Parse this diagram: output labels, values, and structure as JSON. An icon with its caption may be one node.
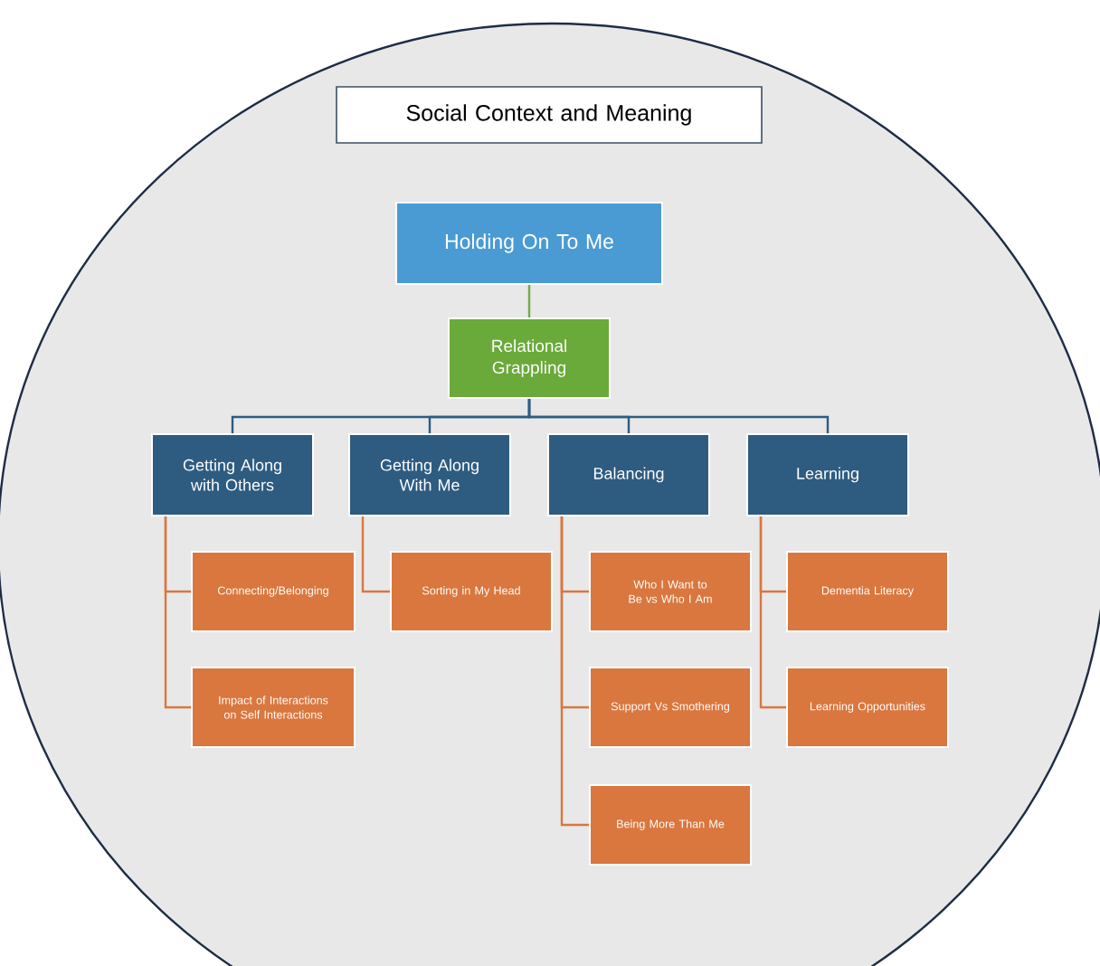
{
  "diagram": {
    "nodes": [
      {
        "text": [],
        "shape": "circle"
      },
      {
        "text": [
          "Social Context and Meaning"
        ],
        "in": 0
      },
      {
        "text": [
          "Holding On To Me"
        ],
        "in": 0
      },
      {
        "text": [
          "Relational Grappling"
        ],
        "in": 0
      },
      {
        "text": [
          "Getting Along with Others"
        ],
        "in": 0
      },
      {
        "text": [
          "Getting Along With Me"
        ],
        "in": 0
      },
      {
        "text": [
          "Balancing"
        ],
        "in": 0
      },
      {
        "text": [
          "Learning"
        ],
        "in": 0
      },
      {
        "text": [
          "Connecting/Belonging"
        ],
        "in": 0
      },
      {
        "text": [
          "Impact of Interactions on Self Interactions"
        ],
        "in": 0
      },
      {
        "text": [
          "Sorting in My Head"
        ],
        "in": 0
      },
      {
        "text": [
          "Who I Want to Be vs Who I Am"
        ],
        "in": 0
      },
      {
        "text": [
          "Support Vs Smothering"
        ],
        "in": 0
      },
      {
        "text": [
          "Being More Than Me"
        ],
        "in": 0
      },
      {
        "text": [
          "Dementia Literacy"
        ],
        "in": 0
      },
      {
        "text": [
          "Learning Opportunities"
        ],
        "in": 0
      }
    ],
    "edges": [
      {
        "from": 2,
        "to": 3,
        "arrow": "none",
        "color": "#70ad47"
      },
      {
        "from": 3,
        "to": 4,
        "arrow": "none",
        "color": "#2e5c80"
      },
      {
        "from": 3,
        "to": 5,
        "arrow": "none",
        "color": "#2e5c80"
      },
      {
        "from": 3,
        "to": 6,
        "arrow": "none",
        "color": "#2e5c80"
      },
      {
        "from": 3,
        "to": 7,
        "arrow": "none",
        "color": "#2e5c80"
      },
      {
        "from": 4,
        "to": 8,
        "arrow": "none"
      },
      {
        "from": 4,
        "to": 9,
        "arrow": "none"
      },
      {
        "from": 5,
        "to": 10,
        "arrow": "none"
      },
      {
        "from": 6,
        "to": 11,
        "arrow": "none"
      },
      {
        "from": 6,
        "to": 12,
        "arrow": "none"
      },
      {
        "from": 6,
        "to": 13,
        "arrow": "none"
      },
      {
        "from": 7,
        "to": 14,
        "arrow": "none"
      },
      {
        "from": 7,
        "to": 15,
        "arrow": "none"
      }
    ]
  }
}
